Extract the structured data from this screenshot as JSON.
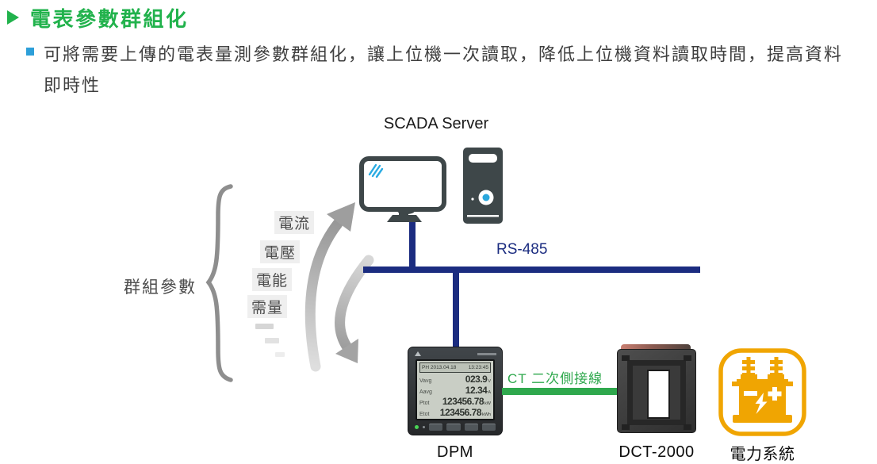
{
  "colors": {
    "accent_green": "#21B24C",
    "bullet_blue": "#2D9FD9",
    "bus_blue": "#1B2C80",
    "ct_green": "#2FA84D",
    "power_orange": "#F0A502"
  },
  "title": "電表參數群組化",
  "intro": {
    "line1": "可將需要上傳的電表量測參數群組化，讓上位機一次讀取，降低上位機資料讀取時間，提高資料",
    "line2": "即時性"
  },
  "diagram": {
    "scada_label": "SCADA Server",
    "rs485_label": "RS-485",
    "group_label": "群組參數",
    "params": [
      "電流",
      "電壓",
      "電能",
      "需量"
    ],
    "ct_label": "CT 二次側接線",
    "dpm": {
      "label": "DPM",
      "screen": {
        "header_left": "PH 2013.04.18",
        "header_right": "13:23:45",
        "rows": [
          {
            "name": "Vavg",
            "value": "023.9",
            "unit": "V"
          },
          {
            "name": "Aavg",
            "value": "12.34",
            "unit": "A"
          },
          {
            "name": "Ptot",
            "value": "123456.78",
            "unit": "kW"
          },
          {
            "name": "Etot",
            "value": "123456.78",
            "unit": "kWh"
          }
        ]
      }
    },
    "dct_label": "DCT-2000",
    "power_label": "電力系統"
  }
}
